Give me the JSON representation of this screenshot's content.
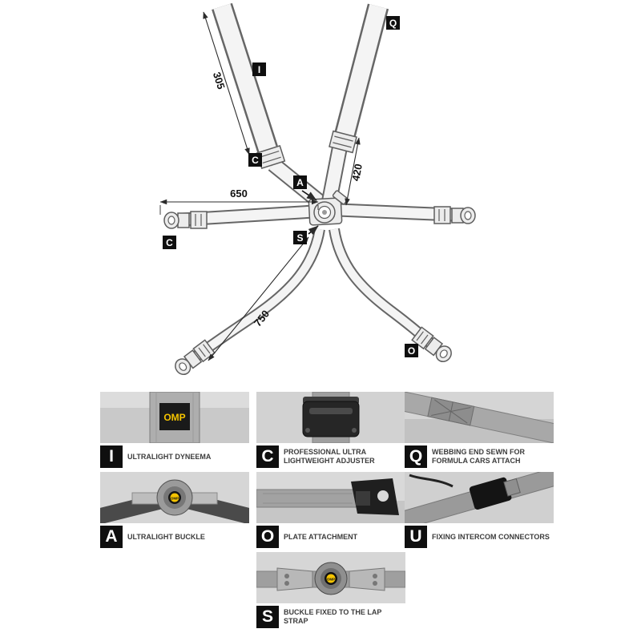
{
  "brand": "OMP",
  "colors": {
    "accent_yellow": "#f5c400",
    "marker_bg": "#0f0f0f",
    "strap_outline": "#666666"
  },
  "diagram": {
    "markers": {
      "q": "Q",
      "i": "I",
      "c_adjuster": "C",
      "a": "A",
      "c_lap": "C",
      "s": "S",
      "o": "O"
    },
    "dimensions": {
      "shoulder_upper": "305",
      "shoulder_lower": "420",
      "lap": "650",
      "leg": "750"
    }
  },
  "legend": {
    "items": [
      {
        "letter": "I",
        "label": "ULTRALIGHT DYNEEMA"
      },
      {
        "letter": "C",
        "label": "PROFESSIONAL ULTRA LIGHTWEIGHT ADJUSTER"
      },
      {
        "letter": "Q",
        "label": "WEBBING END SEWN FOR FORMULA CARS ATTACH"
      },
      {
        "letter": "A",
        "label": "ULTRALIGHT BUCKLE"
      },
      {
        "letter": "O",
        "label": "PLATE ATTACHMENT"
      },
      {
        "letter": "U",
        "label": "FIXING INTERCOM CONNECTORS"
      },
      {
        "letter": "S",
        "label": "BUCKLE FIXED TO THE LAP STRAP"
      }
    ]
  }
}
